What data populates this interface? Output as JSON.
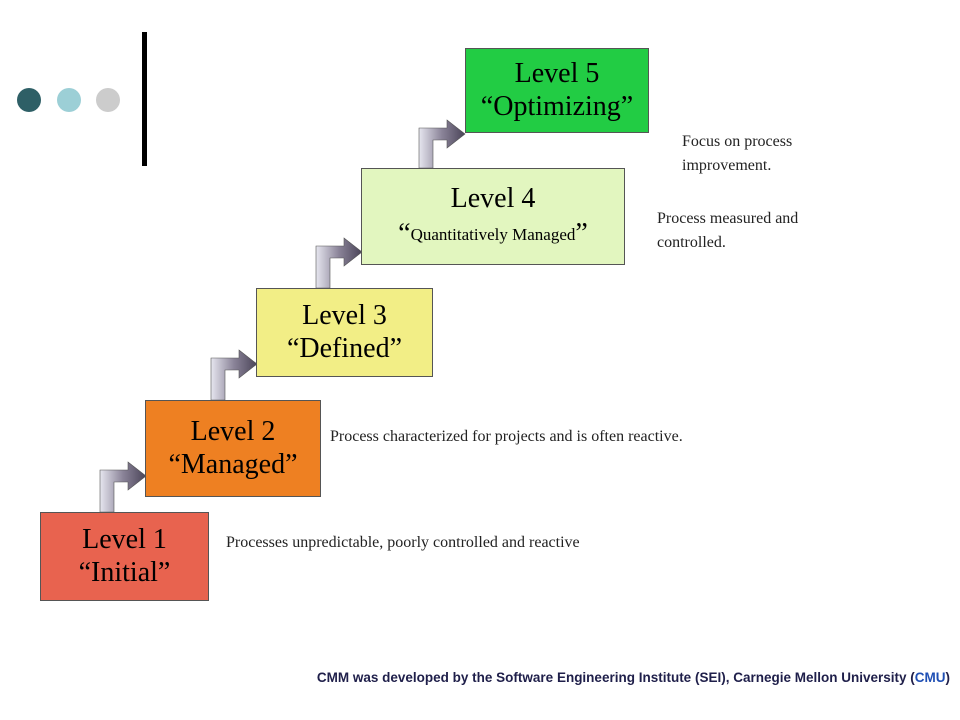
{
  "colors": {
    "dot1": "#2e5f66",
    "dot2": "#9ccfd6",
    "dot3": "#cccccc",
    "level1": "#e8634f",
    "level2": "#ee8022",
    "level3": "#f2ee86",
    "level4": "#e2f6bf",
    "level5": "#22cc44"
  },
  "levels": [
    {
      "label": "Level 1",
      "name": "“Initial”",
      "desc": "Processes unpredictable, poorly controlled and reactive"
    },
    {
      "label": "Level 2",
      "name": "“Managed”",
      "desc": "Process characterized for projects and is often reactive."
    },
    {
      "label": "Level 3",
      "name": "“Defined”",
      "desc": ""
    },
    {
      "label": "Level 4",
      "name": "Quantitatively Managed",
      "desc_line1": "Process measured and",
      "desc_line2": "controlled."
    },
    {
      "label": "Level 5",
      "name": "“Optimizing”",
      "desc_line1": "Focus on process",
      "desc_line2": "improvement."
    }
  ],
  "quote_open": "“",
  "quote_close": "”",
  "footer": {
    "prefix": "CMM was developed by the Software Engineering Institute (SEI), Carnegie Mellon University (",
    "cmu": "CMU",
    "suffix": ")"
  }
}
